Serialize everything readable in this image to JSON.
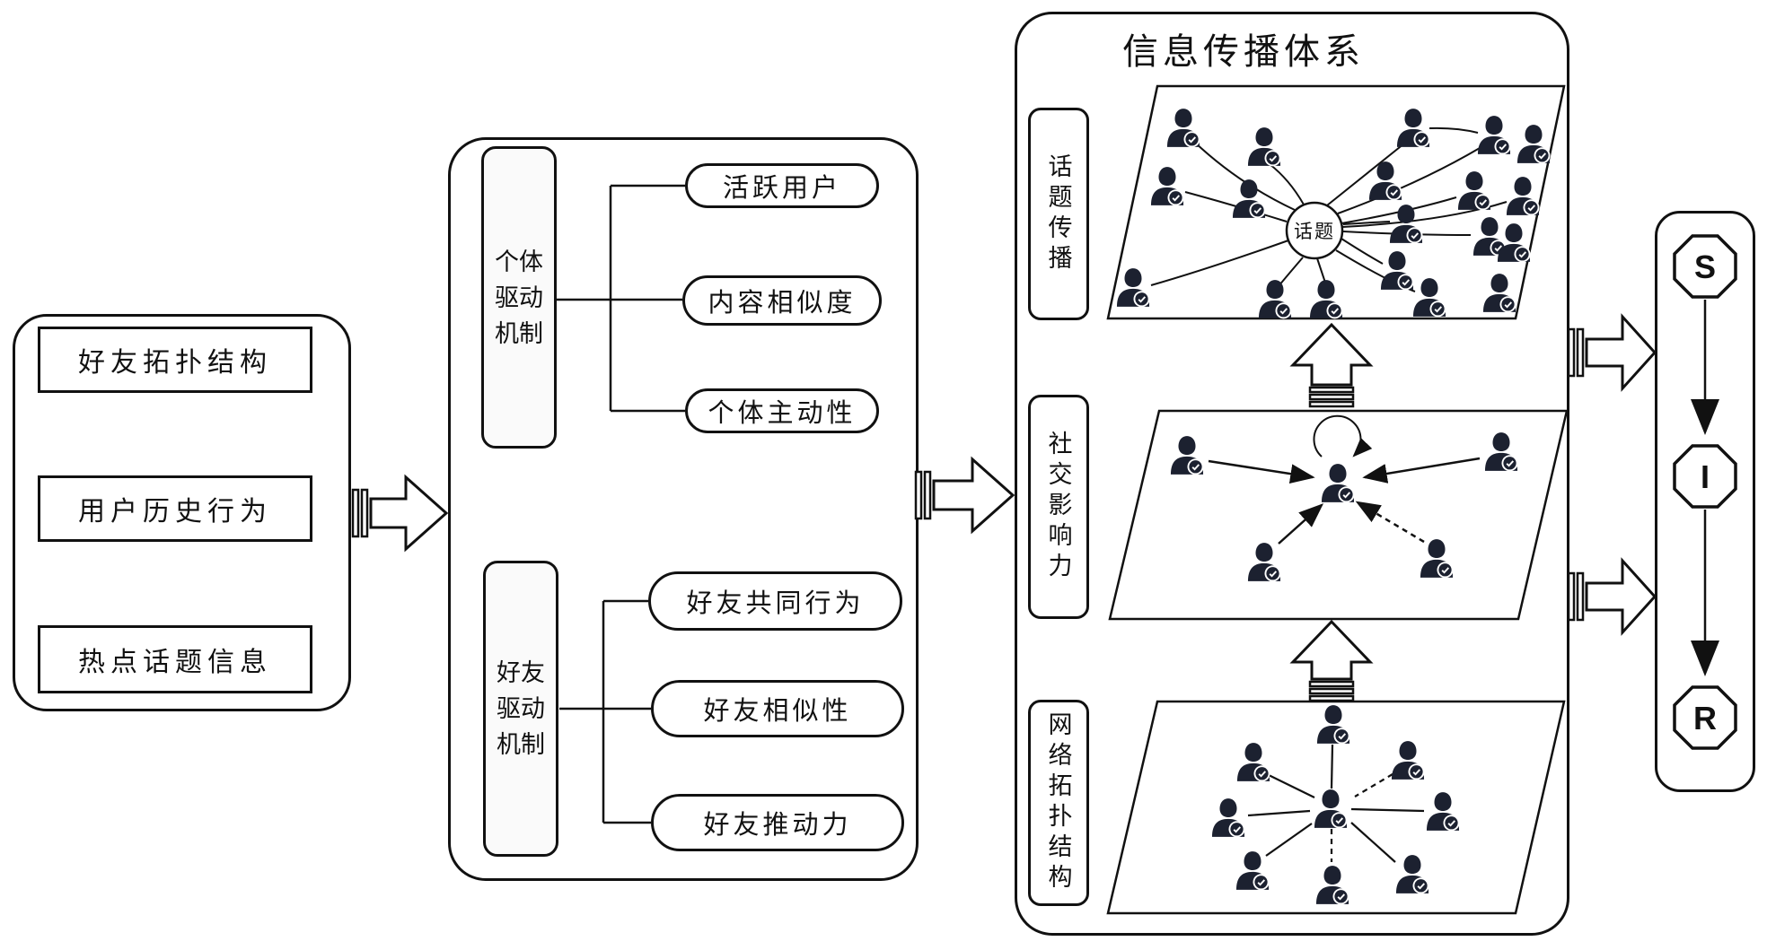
{
  "colors": {
    "ink": "#111111",
    "icon_fill": "#1c2130",
    "background": "#ffffff"
  },
  "left_panel": {
    "boxes": [
      {
        "label": "好友拓扑结构"
      },
      {
        "label": "用户历史行为"
      },
      {
        "label": "热点话题信息"
      }
    ]
  },
  "middle_panel": {
    "mechanisms": [
      {
        "label": "个体驱动机制",
        "lines": "个体\n驱动\n机制",
        "factors": [
          {
            "label": "活跃用户"
          },
          {
            "label": "内容相似度"
          },
          {
            "label": "个体主动性"
          }
        ]
      },
      {
        "label": "好友驱动机制",
        "lines": "好友\n驱动\n机制",
        "factors": [
          {
            "label": "好友共同行为"
          },
          {
            "label": "好友相似性"
          },
          {
            "label": "好友推动力"
          }
        ]
      }
    ]
  },
  "right_panel": {
    "title": "信息传播体系",
    "layers": [
      {
        "label": "话题传播"
      },
      {
        "label": "社交影响力"
      },
      {
        "label": "网络拓扑结构"
      }
    ],
    "topic_label": "话题"
  },
  "sir": {
    "states": [
      {
        "label": "S"
      },
      {
        "label": "I"
      },
      {
        "label": "R"
      }
    ]
  },
  "icons": {
    "user": "user-with-check-icon",
    "block_arrow": "block-arrow-icon",
    "up_arrow": "up-block-arrow-icon",
    "self_loop": "self-loop-arrow-icon"
  }
}
